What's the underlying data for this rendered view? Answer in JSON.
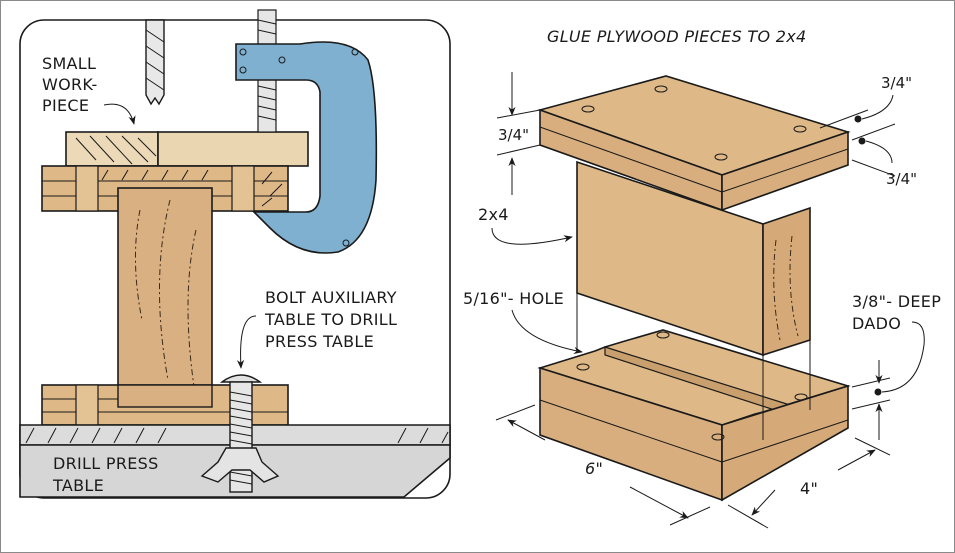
{
  "colors": {
    "wood": "#deb887",
    "wood_dark": "#d6ad7c",
    "workpiece_light": "#ecd9b8",
    "clamp_blue": "#7fb0cf",
    "steel_gray": "#d9d9d9",
    "ink": "#1a1a1a"
  },
  "left_panel": {
    "labels": {
      "small_workpiece": [
        "SMALL",
        "WORK-",
        "PIECE"
      ],
      "bolt_note": [
        "BOLT AUXILIARY",
        "TABLE TO DRILL",
        "PRESS TABLE"
      ],
      "drill_press_table": [
        "DRILL PRESS",
        "TABLE"
      ]
    },
    "icons": [
      "drill-bit-icon",
      "c-clamp-icon",
      "carriage-bolt-icon",
      "wing-nut-icon"
    ]
  },
  "right_panel": {
    "title": "GLUE PLYWOOD PIECES TO 2x4",
    "labels": {
      "top_thickness": "3/4\"",
      "right_top_thickness": "3/4\"",
      "right_bottom_thickness": "3/4\"",
      "post": "2x4",
      "hole": "5/16\"- HOLE",
      "dado": [
        "3/8\"- DEEP",
        "DADO"
      ],
      "length": "6\"",
      "width": "4\""
    }
  }
}
